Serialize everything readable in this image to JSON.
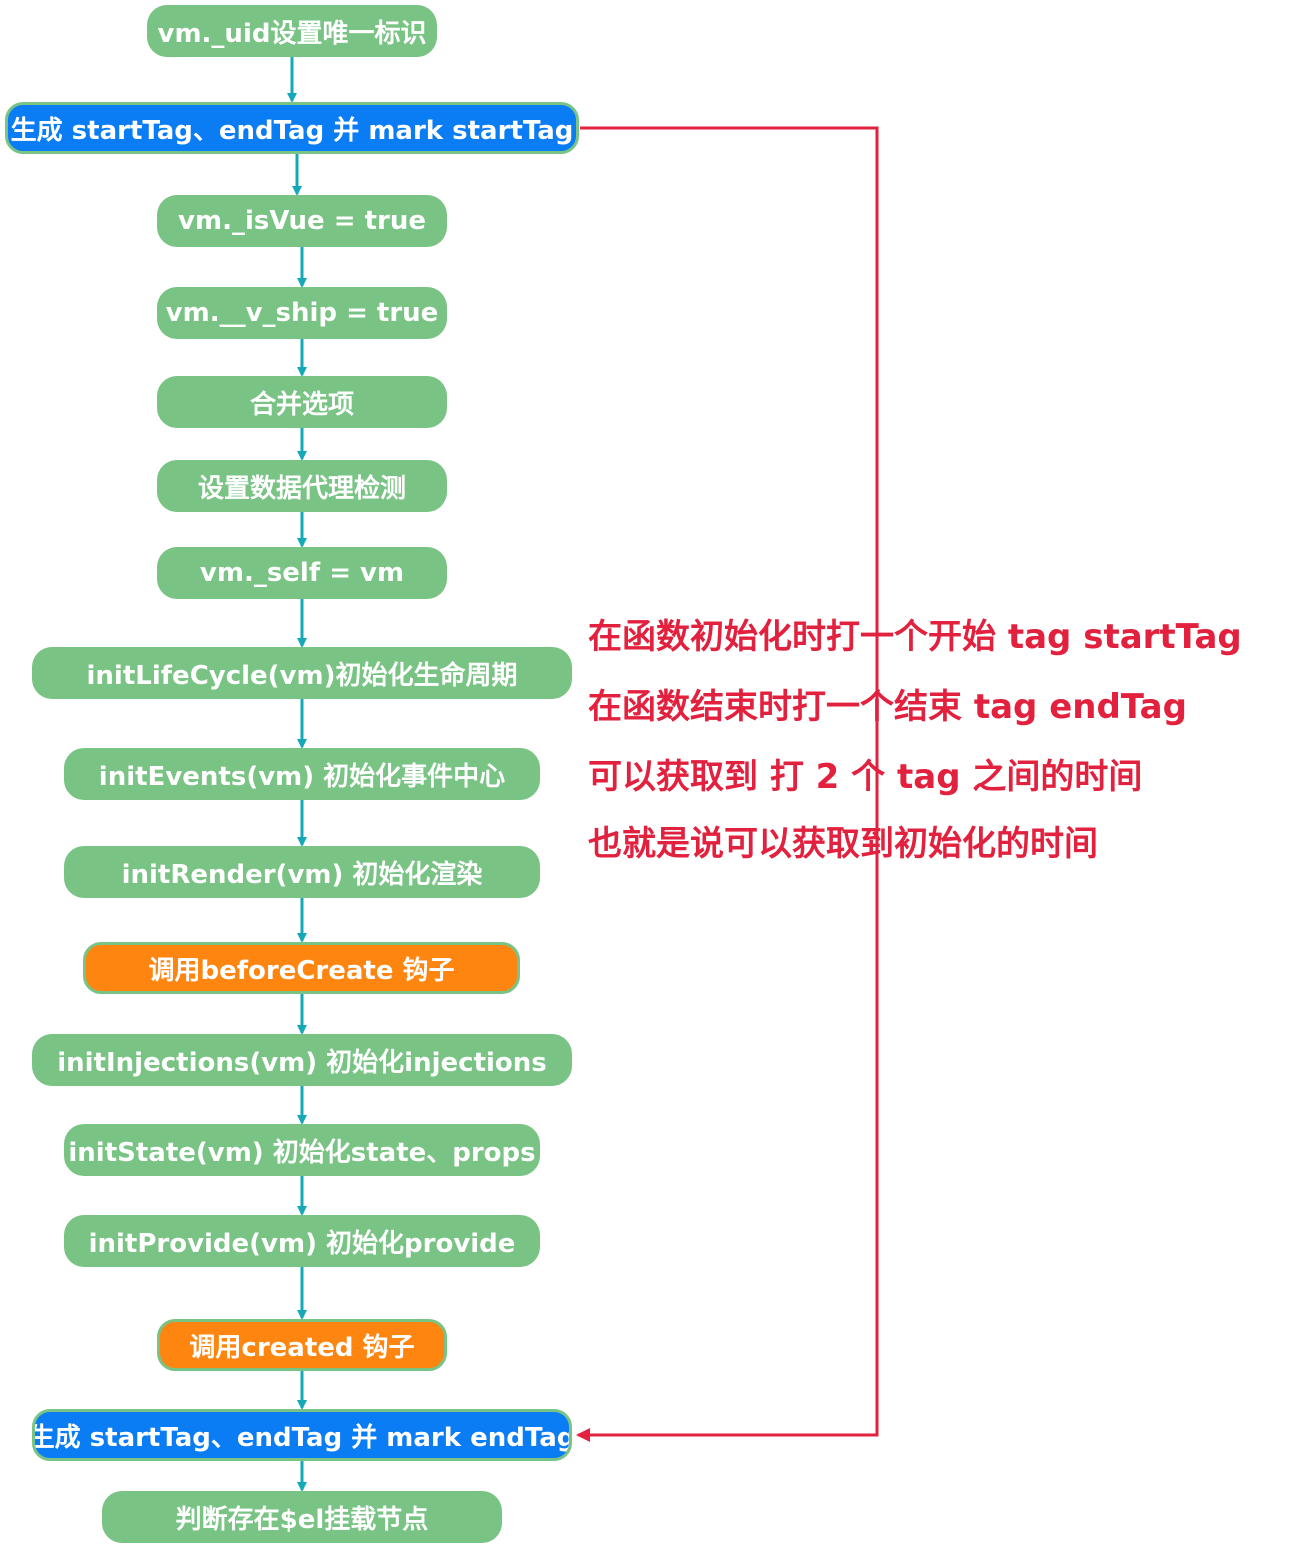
{
  "nodes": [
    {
      "id": "uid",
      "label": "vm._uid设置唯一标识",
      "style": "green"
    },
    {
      "id": "mark-start",
      "label": "生成 startTag、endTag 并 mark startTag",
      "style": "blue"
    },
    {
      "id": "isvue",
      "label": "vm._isVue = true",
      "style": "green"
    },
    {
      "id": "vship",
      "label": "vm.__v_ship = true",
      "style": "green"
    },
    {
      "id": "merge",
      "label": "合并选项",
      "style": "green"
    },
    {
      "id": "proxy",
      "label": "设置数据代理检测",
      "style": "green"
    },
    {
      "id": "self",
      "label": "vm._self = vm",
      "style": "green"
    },
    {
      "id": "lifecycle",
      "label": "initLifeCycle(vm)初始化生命周期",
      "style": "green"
    },
    {
      "id": "events",
      "label": "initEvents(vm) 初始化事件中心",
      "style": "green"
    },
    {
      "id": "render",
      "label": "initRender(vm) 初始化渲染",
      "style": "green"
    },
    {
      "id": "beforecreate",
      "label": "调用beforeCreate 钩子",
      "style": "orange"
    },
    {
      "id": "injections",
      "label": "initInjections(vm) 初始化injections",
      "style": "green"
    },
    {
      "id": "state",
      "label": "initState(vm) 初始化state、props",
      "style": "green"
    },
    {
      "id": "provide",
      "label": "initProvide(vm) 初始化provide",
      "style": "green"
    },
    {
      "id": "created",
      "label": "调用created 钩子",
      "style": "orange"
    },
    {
      "id": "mark-end",
      "label": "生成 startTag、endTag 并 mark endTag",
      "style": "blue"
    },
    {
      "id": "mount",
      "label": "判断存在$el挂载节点",
      "style": "green"
    }
  ],
  "annotation": [
    "在函数初始化时打一个开始 tag startTag",
    "在函数结束时打一个结束 tag  endTag",
    "可以获取到 打 2 个 tag 之间的时间",
    "也就是说可以获取到初始化的时间"
  ],
  "colors": {
    "process": "#79c384",
    "performance_mark": "#0a7cf4",
    "hook": "#fd8510",
    "flow_arrow": "#14a8b8",
    "annotation": "#e2213e"
  }
}
